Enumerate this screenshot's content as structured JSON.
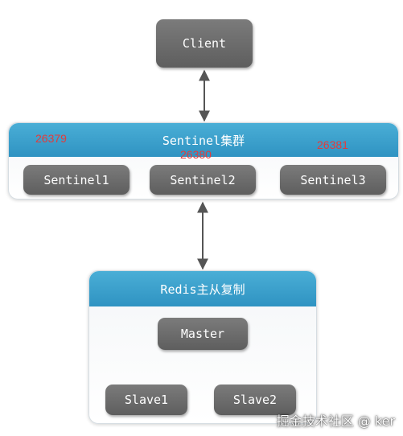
{
  "client": {
    "label": "Client"
  },
  "sentinel_cluster": {
    "title": "Sentinel集群",
    "nodes": [
      "Sentinel1",
      "Sentinel2",
      "Sentinel3"
    ],
    "ports": [
      "26379",
      "26380",
      "26381"
    ]
  },
  "replication": {
    "title": "Redis主从复制",
    "master": "Master",
    "slaves": [
      "Slave1",
      "Slave2"
    ]
  },
  "watermark": "掘金技术社区 @ ker",
  "colors": {
    "node": "#6b6b6b",
    "header": "#3a9fcc",
    "arrow": "#555555",
    "port": "#e33b3b"
  }
}
